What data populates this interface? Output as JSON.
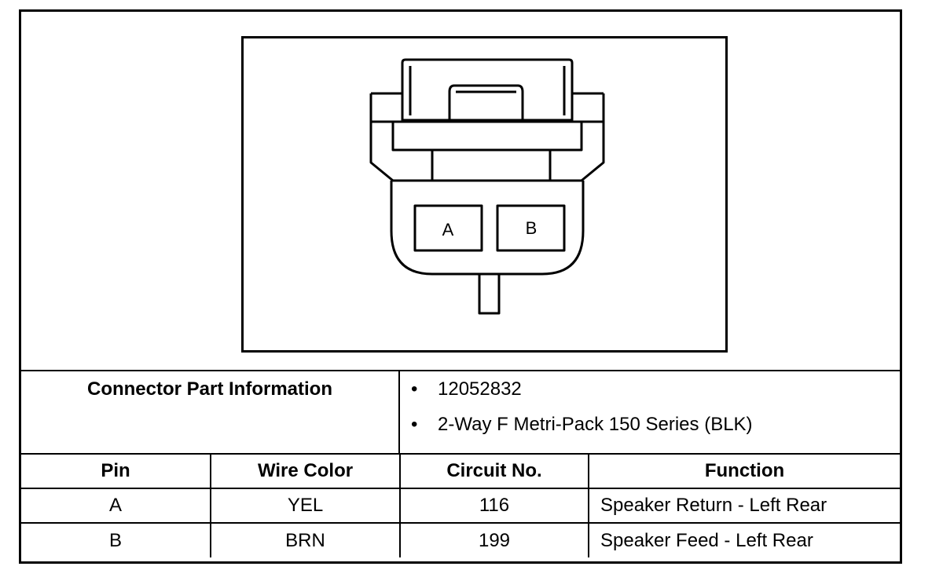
{
  "connector": {
    "cavity_labels": [
      "A",
      "B"
    ]
  },
  "part_info": {
    "label": "Connector Part Information",
    "values": [
      "12052832",
      "2-Way F Metri-Pack 150 Series (BLK)"
    ]
  },
  "pin_table": {
    "headers": {
      "pin": "Pin",
      "wire_color": "Wire Color",
      "circuit_no": "Circuit No.",
      "function": "Function"
    },
    "rows": [
      {
        "pin": "A",
        "wire_color": "YEL",
        "circuit_no": "116",
        "function": "Speaker Return - Left Rear"
      },
      {
        "pin": "B",
        "wire_color": "BRN",
        "circuit_no": "199",
        "function": "Speaker Feed - Left Rear"
      }
    ]
  }
}
